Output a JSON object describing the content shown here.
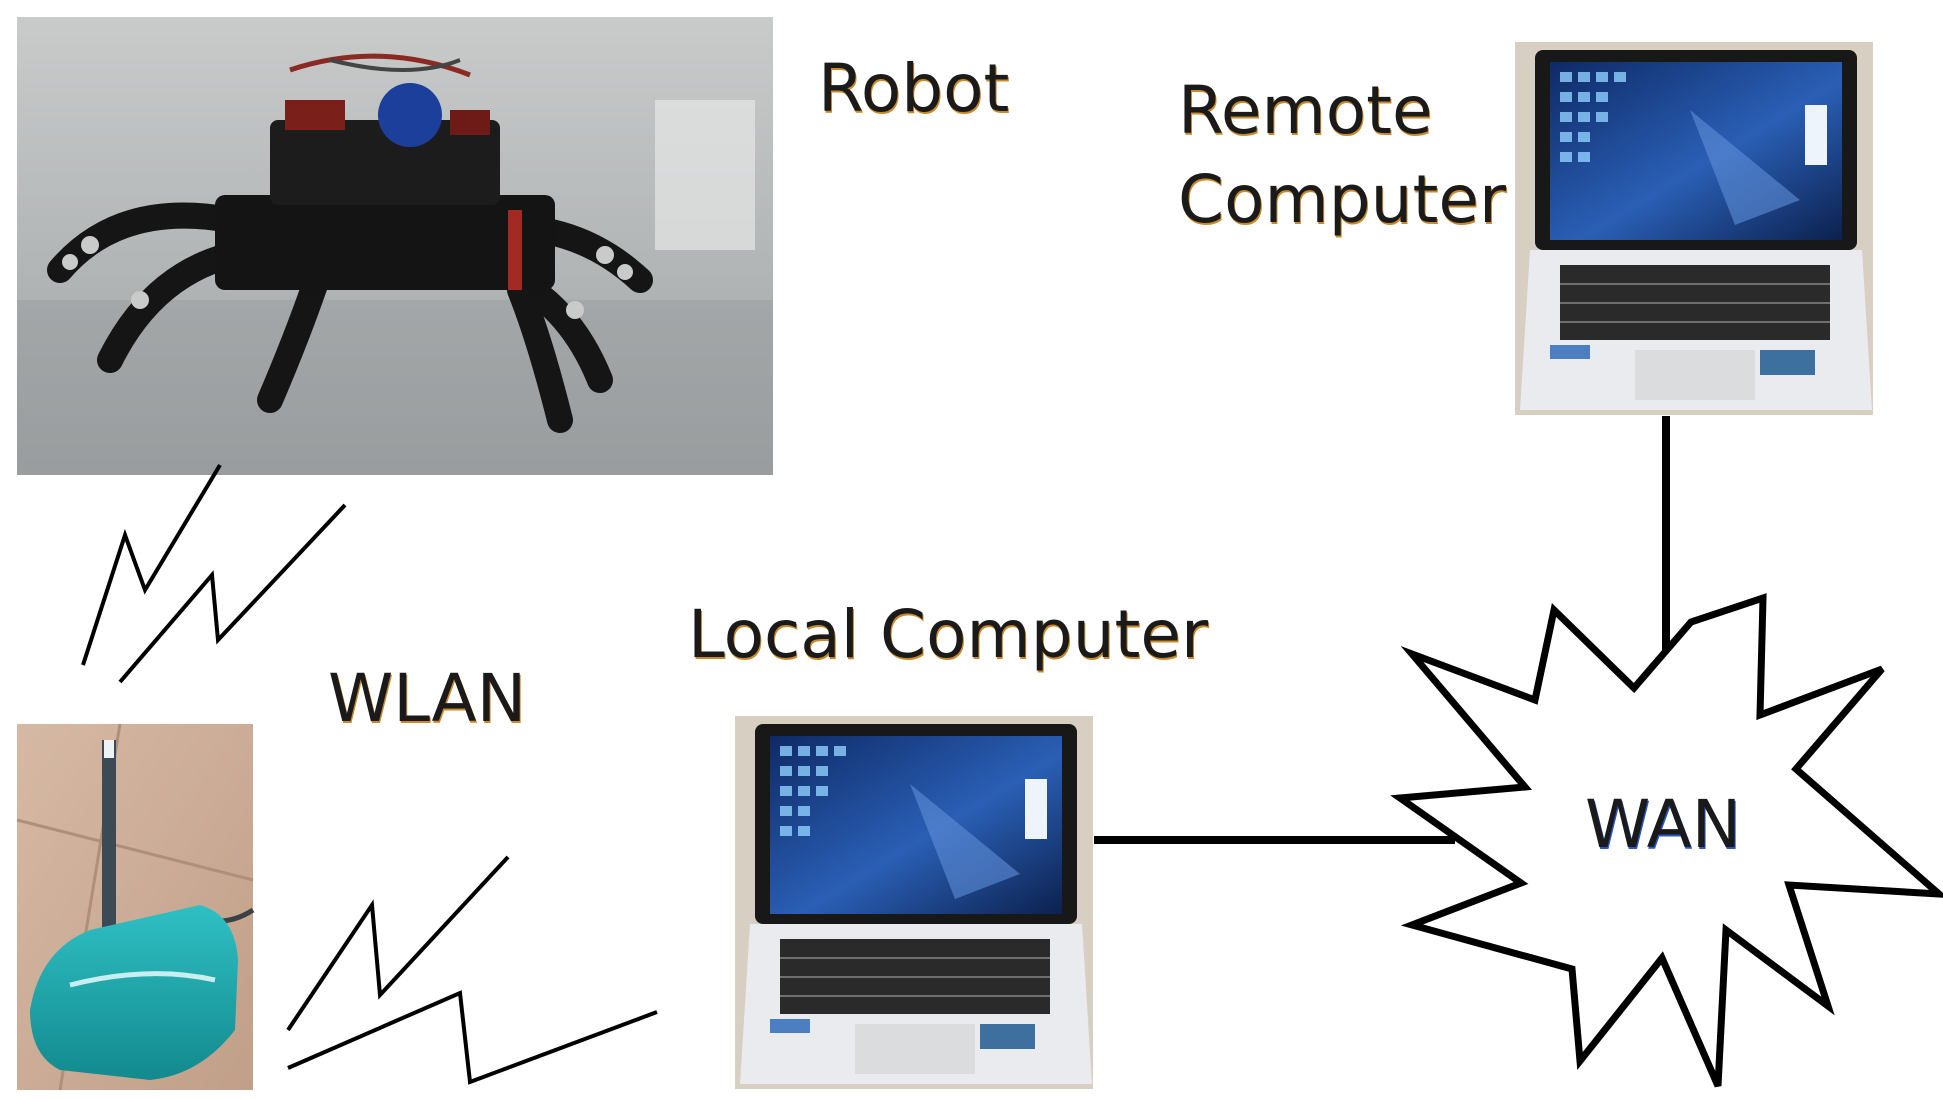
{
  "labels": {
    "robot": "Robot",
    "remote_line1": "Remote",
    "remote_line2": "Computer",
    "local": "Local Computer",
    "wlan": "WLAN",
    "wan": "WAN"
  },
  "colors": {
    "background": "#ffffff",
    "link": "#000000",
    "router_body": "#1aa4a8",
    "screen": "#1b3d8a",
    "laptop_body": "#e9ebee",
    "robot_body": "#161616",
    "floor": "#b9bcbd"
  },
  "icons": {
    "robot": "hexapod-robot-photo",
    "router": "wifi-router-photo",
    "remote_computer": "laptop-photo",
    "local_computer": "laptop-photo",
    "wireless_links": "lightning-bolt-icon",
    "wan": "starburst-cloud-icon"
  }
}
